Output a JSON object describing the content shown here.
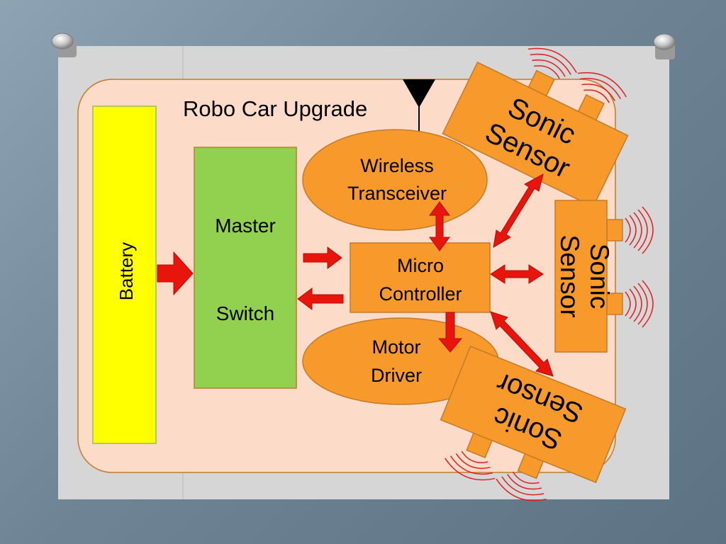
{
  "diagram": {
    "title": "Robo Car Upgrade",
    "battery_label": "Battery",
    "master_switch": {
      "line1": "Master",
      "line2": "Switch"
    },
    "wireless": {
      "line1": "Wireless",
      "line2": "Transceiver"
    },
    "micro": {
      "line1": "Micro",
      "line2": "Controller"
    },
    "motor": {
      "line1": "Motor",
      "line2": "Driver"
    },
    "sonic_sensor": {
      "line1": "Sonic",
      "line2": "Sensor"
    }
  },
  "colors": {
    "frame": "#d6d6d6",
    "car_body": "#fcdcc9",
    "car_border": "#c47a2a",
    "battery": "#ffff00",
    "master_switch": "#92d050",
    "component": "#f79a2b",
    "arrow": "#e8150c",
    "waves": "#e02020",
    "antenna": "#000000"
  }
}
